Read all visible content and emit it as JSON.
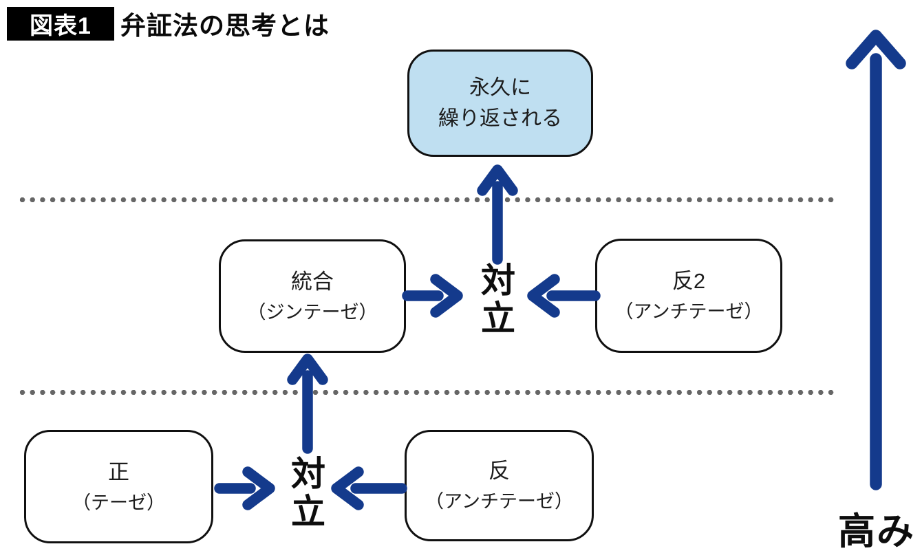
{
  "header": {
    "badge": "図表1",
    "title": "弁証法の思考とは"
  },
  "colors": {
    "arrow": "#143a8c",
    "box_border": "#101010",
    "result_fill": "#bfdff1",
    "dot": "#666666",
    "badge_bg": "#000000",
    "badge_text": "#ffffff",
    "text": "#111111"
  },
  "nodes": {
    "result": {
      "line1": "永久に",
      "line2": "繰り返される"
    },
    "synthesis": {
      "label": "統合",
      "sub": "（ジンテーゼ）"
    },
    "antithesis2": {
      "label": "反2",
      "sub": "（アンチテーゼ）"
    },
    "thesis": {
      "label": "正",
      "sub": "（テーゼ）"
    },
    "antithesis": {
      "label": "反",
      "sub": "（アンチテーゼ）"
    },
    "conflict_middle": "対立",
    "conflict_bottom": "対立",
    "height": "高み"
  }
}
